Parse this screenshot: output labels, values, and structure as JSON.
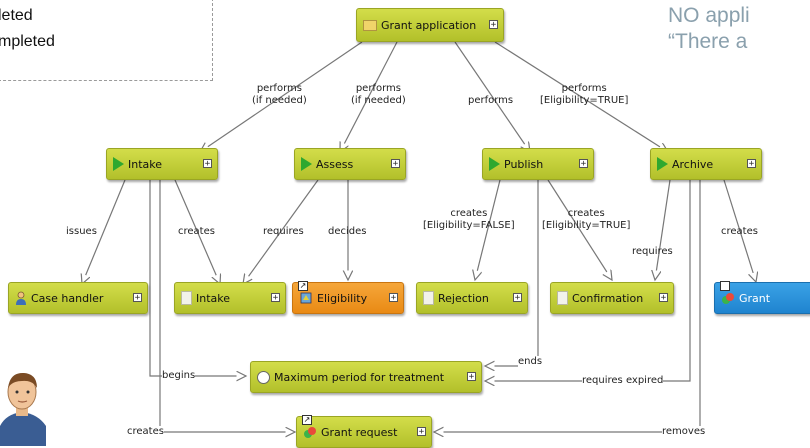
{
  "legend": {
    "line1": "leted",
    "line2": "mpleted"
  },
  "note": {
    "line1": "NO appli",
    "line2": "“There a"
  },
  "nodes": {
    "grant_application": "Grant application",
    "intake_activity": "Intake",
    "assess": "Assess",
    "publish": "Publish",
    "archive": "Archive",
    "case_handler": "Case handler",
    "intake_document": "Intake",
    "eligibility": "Eligibility",
    "rejection": "Rejection",
    "confirmation": "Confirmation",
    "grant": "Grant",
    "max_period": "Maximum period for treatment",
    "grant_request": "Grant request"
  },
  "edge_labels": {
    "performs_if_needed_1_a": "performs",
    "performs_if_needed_1_b": "(if needed)",
    "performs_if_needed_2_a": "performs",
    "performs_if_needed_2_b": "(if needed)",
    "performs": "performs",
    "performs_eligibility_a": "performs",
    "performs_eligibility_b": "[Eligibility=TRUE]",
    "issues": "issues",
    "creates_intake": "creates",
    "requires_assess": "requires",
    "decides": "decides",
    "creates_false_a": "creates",
    "creates_false_b": "[Eligibility=FALSE]",
    "creates_true_a": "creates",
    "creates_true_b": "[Eligibility=TRUE]",
    "requires_archive": "requires",
    "creates_grant": "creates",
    "begins": "begins",
    "ends": "ends",
    "requires_expired": "requires expired",
    "creates_request": "creates",
    "removes": "removes"
  },
  "colors": {
    "activity": "#c4cf3a",
    "decision": "#ee9420",
    "external": "#2b93dc",
    "start_marker": "#2fa82f",
    "note_text": "#8aa0ad"
  },
  "icons": {
    "folder": "folder-icon",
    "start": "play-icon",
    "document": "document-icon",
    "person": "person-icon",
    "clock": "clock-icon",
    "shortcut": "shortcut-arrow-icon",
    "expand": "expand-plus-icon"
  }
}
